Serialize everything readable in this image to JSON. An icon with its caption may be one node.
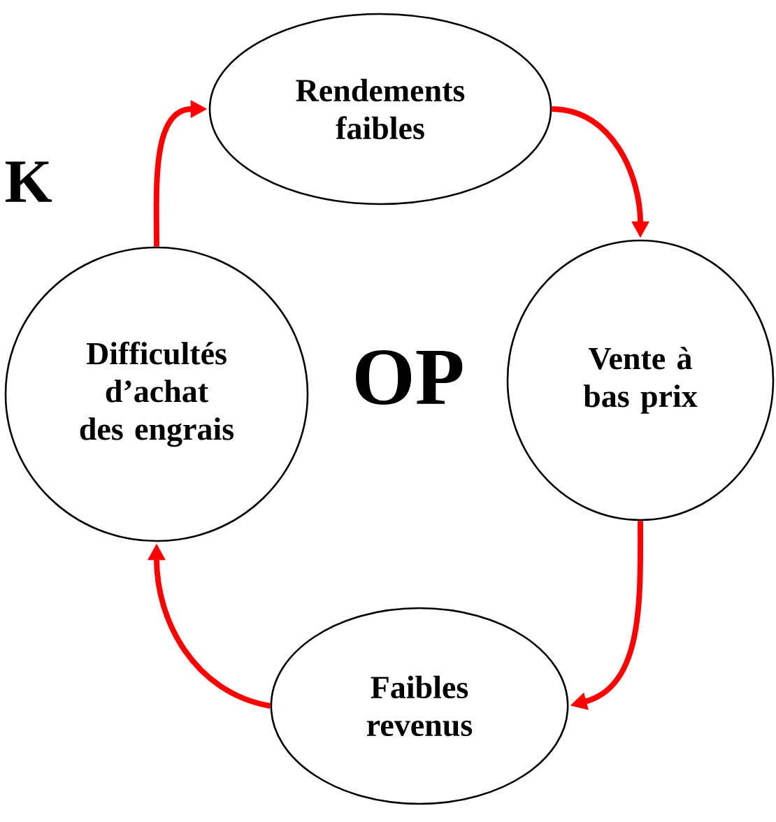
{
  "diagram": {
    "nodes": [
      {
        "text": [
          "Rendements faibles"
        ]
      },
      {
        "text": [
          "Vente à bas prix"
        ]
      },
      {
        "text": [
          "Faibles revenus"
        ]
      },
      {
        "text": [
          "Difficultés d’achat des engrais"
        ]
      }
    ],
    "edges": [
      {
        "from": 0,
        "to": 1,
        "arrow": "to"
      },
      {
        "from": 1,
        "to": 2,
        "arrow": "to"
      },
      {
        "from": 2,
        "to": 3,
        "arrow": "to"
      },
      {
        "from": 3,
        "to": 0,
        "arrow": "to"
      }
    ],
    "labels": [
      "K",
      "OP"
    ]
  }
}
